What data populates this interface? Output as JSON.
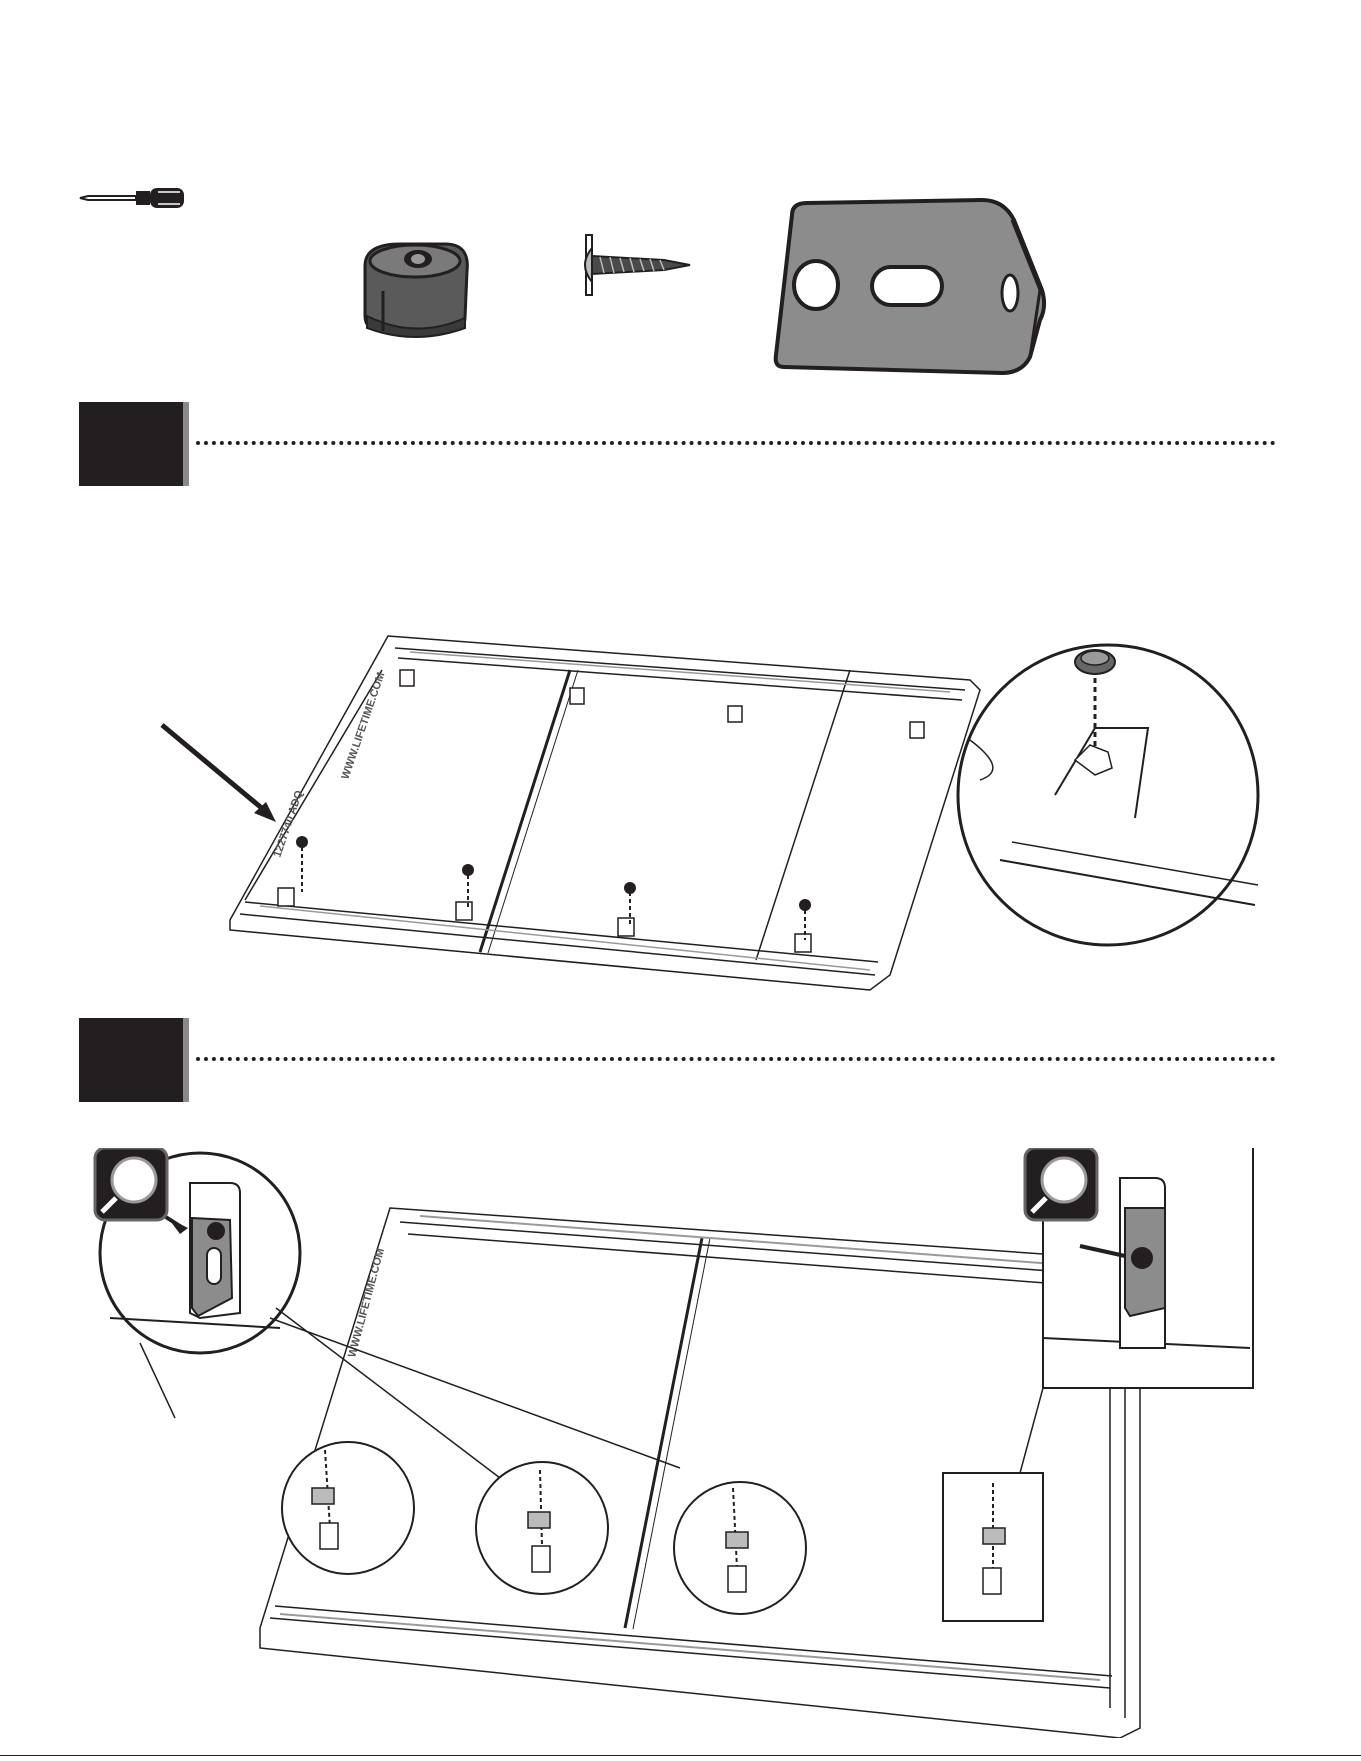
{
  "tools": {
    "screwdriver_icon": "screwdriver-icon"
  },
  "parts": [
    {
      "name": "plastic-bushing",
      "icon": "bushing-icon"
    },
    {
      "name": "screw",
      "icon": "screw-icon"
    },
    {
      "name": "metal-bracket",
      "icon": "bracket-icon"
    }
  ],
  "steps": [
    {
      "label": ""
    },
    {
      "label": ""
    }
  ],
  "panel_markings": {
    "website": "WWW.LIFETIME.COM",
    "part_code": "1227740 ADQ"
  },
  "colors": {
    "ink": "#231f20",
    "part_gray": "#8c8c8c",
    "panel_line": "#9a9a9a"
  }
}
